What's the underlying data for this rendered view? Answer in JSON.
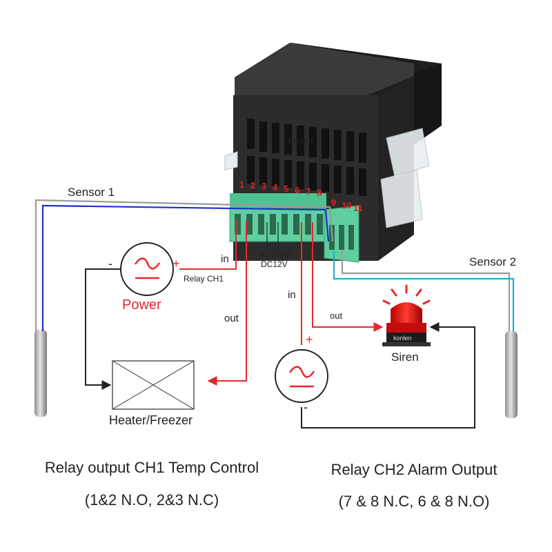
{
  "device": {
    "brand": "konlen",
    "terminal_numbers": [
      "1",
      "2",
      "3",
      "4",
      "5",
      "6",
      "7",
      "8",
      "9",
      "10",
      "11"
    ],
    "supply_label_1": "AC220V",
    "supply_label_2": "DC12V"
  },
  "labels": {
    "sensor1": "Sensor 1",
    "sensor2": "Sensor 2",
    "power": "Power",
    "power_minus": "-",
    "power_plus": "+",
    "relay_ch1": "Relay CH1",
    "in_1": "in",
    "out_1": "out",
    "in_2": "in",
    "out_2": "out",
    "heater": "Heater/Freezer",
    "siren": "Siren",
    "siren_brand": "konlen",
    "source2_plus": "+",
    "source2_minus": "-"
  },
  "captions": {
    "left_title": "Relay output CH1 Temp Control",
    "left_sub": "(1&2 N.O, 2&3 N.C)",
    "right_title": "Relay CH2 Alarm Output",
    "right_sub": "(7 & 8 N.C, 6 & 8 N.O)"
  },
  "colors": {
    "relay_wire": "#e8272d",
    "sensor1_wire": "#1a2fc9",
    "sensor2_wire": "#23a9d6",
    "neutral_wire": "#9b9b9b",
    "black_wire": "#222222",
    "terminal_green": "#5fcf9f",
    "housing": "#2b2b2b",
    "pin_number": "#e02020"
  }
}
